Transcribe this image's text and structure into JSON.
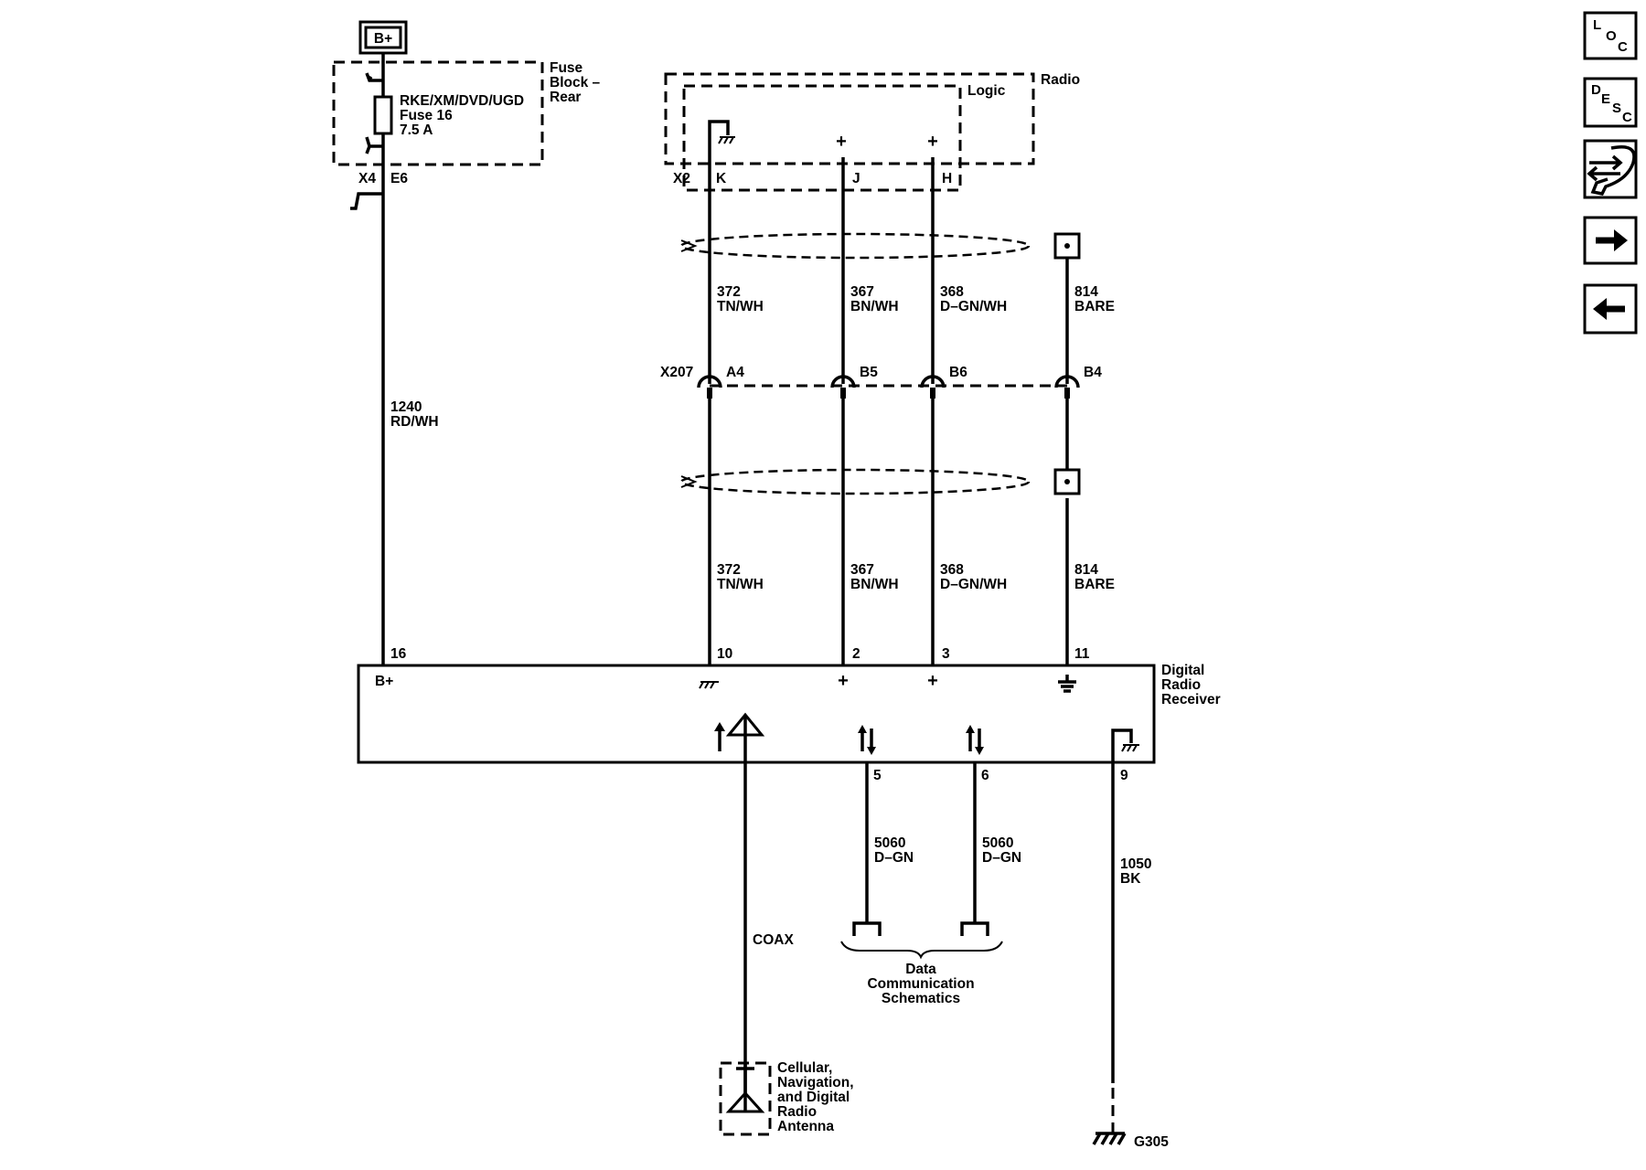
{
  "power_source": {
    "label": "B+"
  },
  "fuse_block": {
    "name": "Fuse Block – Rear",
    "name_lines": [
      "Fuse",
      "Block –",
      "Rear"
    ],
    "fuse_name": "RKE/XM/DVD/UGD",
    "fuse_number": "Fuse 16",
    "fuse_rating": "7.5 A",
    "connector": "X4",
    "pin": "E6"
  },
  "radio": {
    "name": "Radio",
    "sub_module": "Logic",
    "connector": "X2",
    "pins": [
      "K",
      "J",
      "H"
    ]
  },
  "wires_upper": [
    {
      "circuit": "372",
      "color": "TN/WH"
    },
    {
      "circuit": "367",
      "color": "BN/WH"
    },
    {
      "circuit": "368",
      "color": "D–GN/WH"
    },
    {
      "circuit": "814",
      "color": "BARE"
    }
  ],
  "inline_connector": {
    "name": "X207",
    "pins": [
      "A4",
      "B5",
      "B6",
      "B4"
    ]
  },
  "wires_lower": [
    {
      "circuit": "372",
      "color": "TN/WH"
    },
    {
      "circuit": "367",
      "color": "BN/WH"
    },
    {
      "circuit": "368",
      "color": "D–GN/WH"
    },
    {
      "circuit": "814",
      "color": "BARE"
    }
  ],
  "power_wire": {
    "circuit": "1240",
    "color": "RD/WH"
  },
  "receiver": {
    "name": "Digital Radio Receiver",
    "name_lines": [
      "Digital",
      "Radio",
      "Receiver"
    ],
    "top_pins": [
      "16",
      "10",
      "2",
      "3",
      "11"
    ],
    "bplus_label": "B+",
    "bottom_pins": [
      "5",
      "6",
      "9"
    ]
  },
  "data_wires": [
    {
      "circuit": "5060",
      "color": "D–GN"
    },
    {
      "circuit": "5060",
      "color": "D–GN"
    }
  ],
  "data_destination": {
    "label": "Data Communication Schematics",
    "lines": [
      "Data",
      "Communication",
      "Schematics"
    ]
  },
  "coax": {
    "label": "COAX"
  },
  "antenna": {
    "name": "Cellular, Navigation, and Digital Radio Antenna",
    "lines": [
      "Cellular,",
      "Navigation,",
      "and Digital",
      "Radio",
      "Antenna"
    ]
  },
  "ground_wire": {
    "circuit": "1050",
    "color": "BK"
  },
  "ground": {
    "label": "G305"
  },
  "nav_buttons": [
    {
      "name": "location",
      "letters": [
        "L",
        "O",
        "C"
      ]
    },
    {
      "name": "description",
      "letters": [
        "D",
        "E",
        "S",
        "C"
      ]
    },
    {
      "name": "service",
      "icon": "wrench-arrows-icon"
    },
    {
      "name": "next",
      "icon": "arrow-right-icon"
    },
    {
      "name": "previous",
      "icon": "arrow-left-icon"
    }
  ]
}
